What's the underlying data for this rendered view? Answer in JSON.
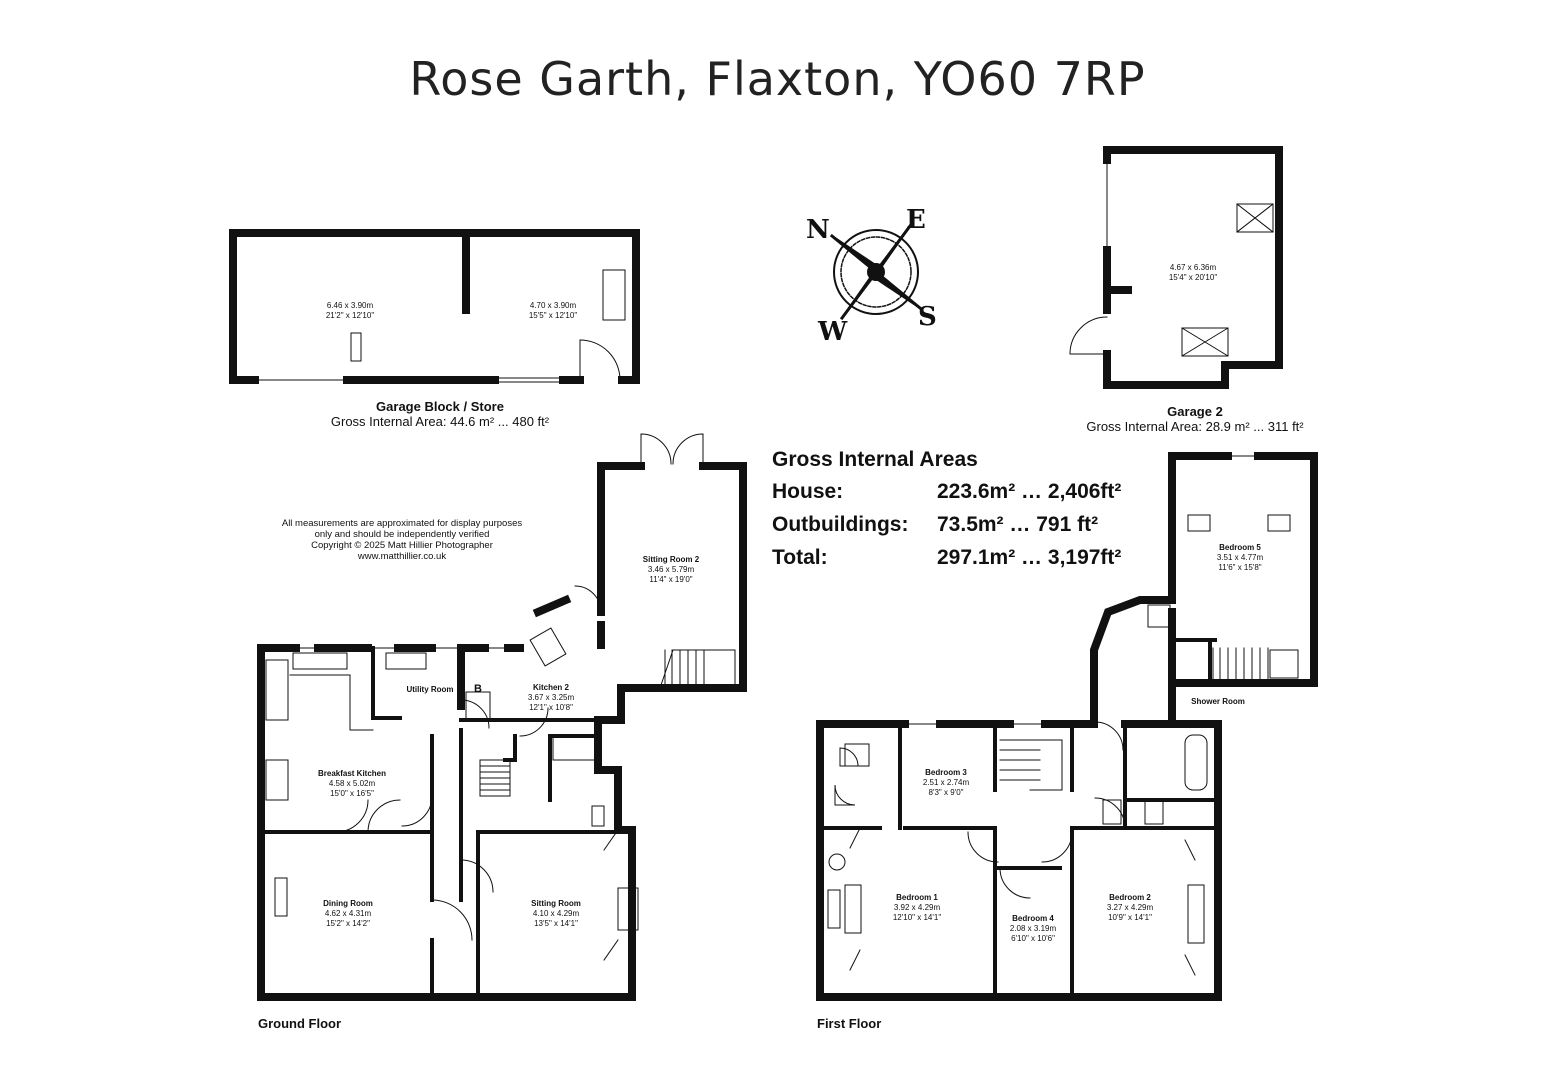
{
  "title": "Rose Garth, Flaxton, YO60 7RP",
  "areas": {
    "heading": "Gross Internal Areas",
    "rows": [
      {
        "label": "House:",
        "value": "223.6m² … 2,406ft²"
      },
      {
        "label": "Outbuildings:",
        "value": "73.5m² … 791 ft²"
      },
      {
        "label": "Total:",
        "value": "297.1m² … 3,197ft²"
      }
    ]
  },
  "garage_block": {
    "name": "Garage Block / Store",
    "area": "Gross Internal Area: 44.6 m² ... 480 ft²"
  },
  "garage2": {
    "name": "Garage 2",
    "area": "Gross Internal Area: 28.9 m² ... 311 ft²"
  },
  "note": {
    "lines": [
      "All measurements are approximated for display purposes",
      "only and should be independently verified",
      "Copyright © 2025 Matt Hillier Photographer",
      "www.matthillier.co.uk"
    ]
  },
  "floors": {
    "ground": "Ground Floor",
    "first": "First Floor"
  },
  "compass": {
    "n": "N",
    "e": "E",
    "s": "S",
    "w": "W"
  },
  "rooms": {
    "garage_left": {
      "dim1": "6.46 x 3.90m",
      "dim2": "21'2\" x 12'10\""
    },
    "garage_right": {
      "dim1": "4.70 x 3.90m",
      "dim2": "15'5\" x 12'10\""
    },
    "garage2": {
      "dim1": "4.67 x 6.36m",
      "dim2": "15'4\" x 20'10\""
    },
    "sitting2": {
      "name": "Sitting Room 2",
      "dim1": "3.46 x 5.79m",
      "dim2": "11'4\" x 19'0\""
    },
    "breakfast": {
      "name": "Breakfast Kitchen",
      "dim1": "4.58 x 5.02m",
      "dim2": "15'0\" x 16'5\""
    },
    "utility": {
      "name": "Utility Room"
    },
    "kitchen2": {
      "name": "Kitchen 2",
      "dim1": "3.67 x 3.25m",
      "dim2": "12'1\" x 10'8\""
    },
    "boiler": {
      "name": "B"
    },
    "dining": {
      "name": "Dining Room",
      "dim1": "4.62 x 4.31m",
      "dim2": "15'2\" x 14'2\""
    },
    "sitting": {
      "name": "Sitting Room",
      "dim1": "4.10 x 4.29m",
      "dim2": "13'5\" x 14'1\""
    },
    "bed5": {
      "name": "Bedroom 5",
      "dim1": "3.51 x 4.77m",
      "dim2": "11'6\" x 15'8\""
    },
    "shower": {
      "name": "Shower Room"
    },
    "bed3": {
      "name": "Bedroom 3",
      "dim1": "2.51 x 2.74m",
      "dim2": "8'3\" x 9'0\""
    },
    "bed1": {
      "name": "Bedroom 1",
      "dim1": "3.92 x 4.29m",
      "dim2": "12'10\" x 14'1\""
    },
    "bed4": {
      "name": "Bedroom 4",
      "dim1": "2.08 x 3.19m",
      "dim2": "6'10\" x 10'6\""
    },
    "bed2": {
      "name": "Bedroom 2",
      "dim1": "3.27 x 4.29m",
      "dim2": "10'9\" x 14'1\""
    }
  }
}
